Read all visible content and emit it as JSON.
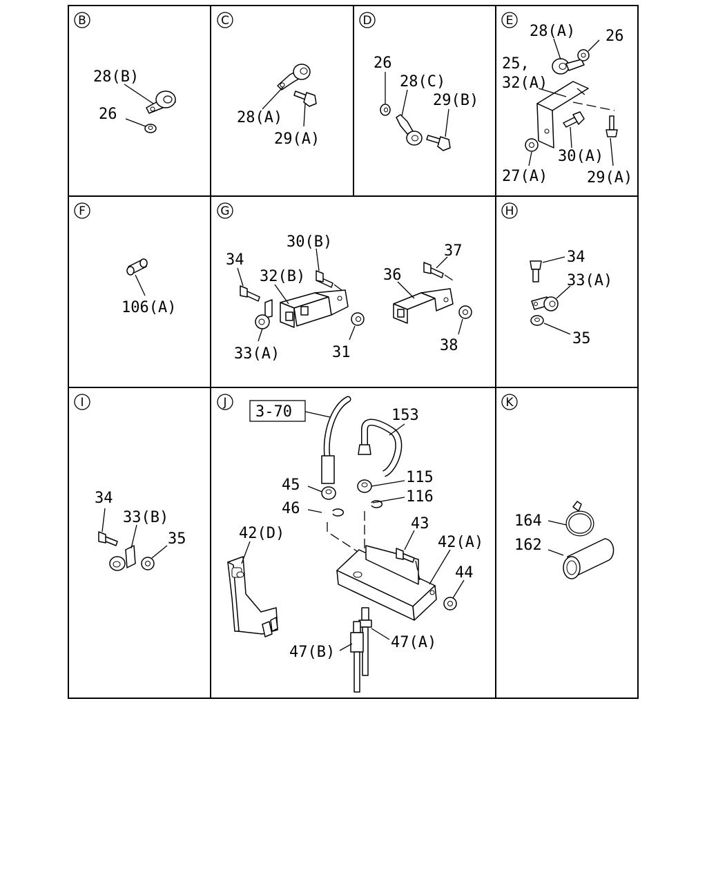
{
  "panels": [
    {
      "id": "B",
      "parts": [
        "28(B)",
        "26"
      ]
    },
    {
      "id": "C",
      "parts": [
        "28(A)",
        "29(A)"
      ]
    },
    {
      "id": "D",
      "parts": [
        "26",
        "28(C)",
        "29(B)"
      ]
    },
    {
      "id": "E",
      "parts": [
        "28(A)",
        "26",
        "25,",
        "32(A)",
        "30(A)",
        "27(A)",
        "29(A)"
      ]
    },
    {
      "id": "F",
      "parts": [
        "106(A)"
      ]
    },
    {
      "id": "G",
      "parts": [
        "30(B)",
        "34",
        "32(B)",
        "33(A)",
        "31",
        "37",
        "36",
        "38"
      ]
    },
    {
      "id": "H",
      "parts": [
        "34",
        "33(A)",
        "35"
      ]
    },
    {
      "id": "I",
      "parts": [
        "34",
        "33(B)",
        "35"
      ]
    },
    {
      "id": "J",
      "parts": [
        "3-70",
        "153",
        "45",
        "115",
        "46",
        "116",
        "43",
        "42(D)",
        "42(A)",
        "44",
        "47(B)",
        "47(A)"
      ]
    },
    {
      "id": "K",
      "parts": [
        "164",
        "162"
      ]
    }
  ]
}
